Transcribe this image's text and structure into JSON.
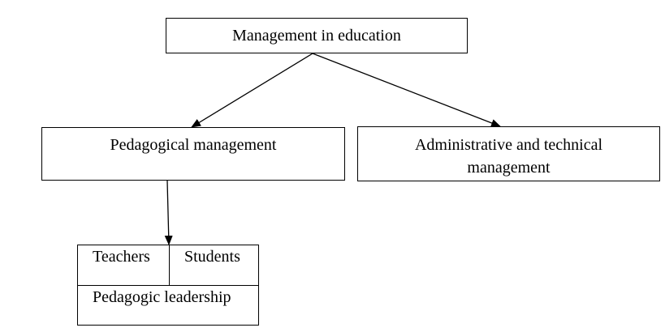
{
  "diagram": {
    "root": {
      "label": "Management in education"
    },
    "pedagogical": {
      "label": "Pedagogical management"
    },
    "administrative": {
      "line1": "Administrative and technical",
      "line2": "management"
    },
    "components": {
      "teachers": "Teachers",
      "students": "Students",
      "leadership": "Pedagogic leadership"
    }
  },
  "colors": {
    "stroke": "#000000",
    "background": "#ffffff"
  }
}
